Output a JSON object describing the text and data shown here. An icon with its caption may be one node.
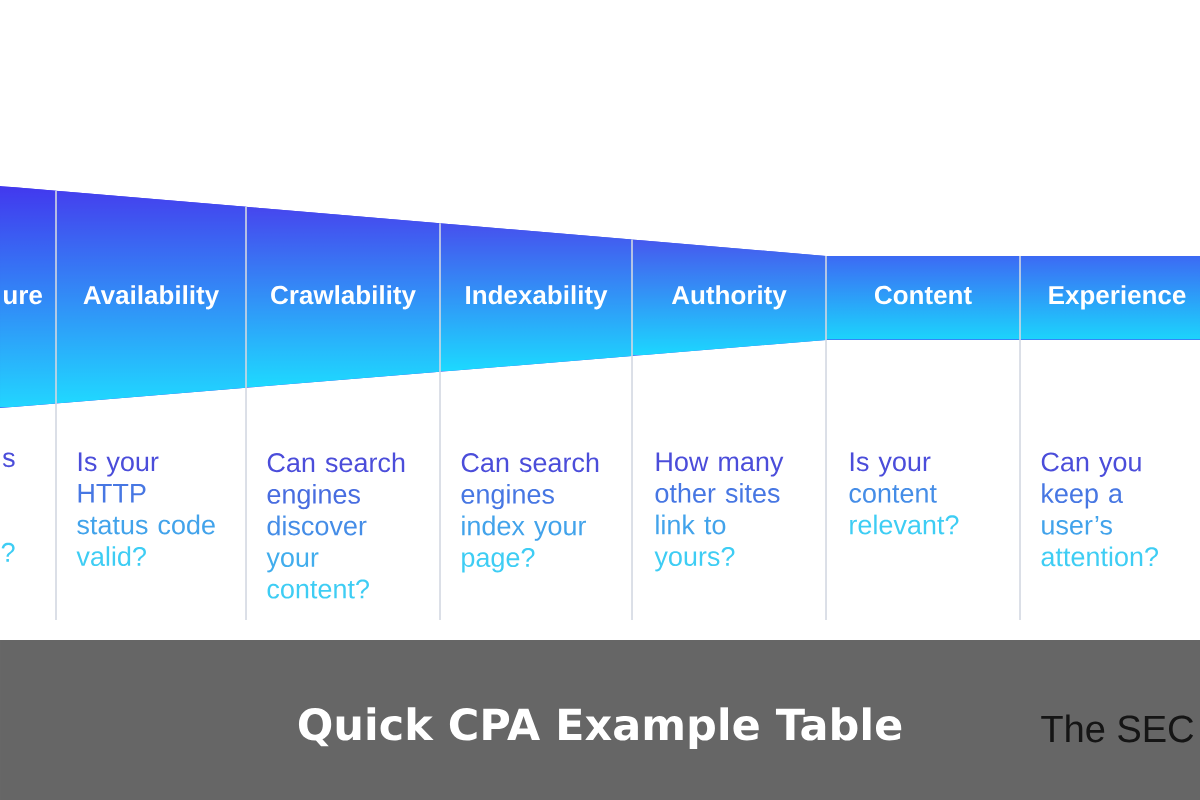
{
  "diagram": {
    "caption": "Quick CPA Example Table",
    "nodes": [
      {
        "text": [
          "ure",
          "s ?"
        ]
      },
      {
        "text": [
          "Availability",
          "Is your HTTP status code valid?"
        ]
      },
      {
        "text": [
          "Crawlability",
          "Can search engines discover your content?"
        ]
      },
      {
        "text": [
          "Indexability",
          "Can search engines index your page?"
        ]
      },
      {
        "text": [
          "Authority",
          "How many other sites link to yours?"
        ]
      },
      {
        "text": [
          "Content",
          "Is your content relevant?"
        ]
      },
      {
        "text": [
          "Experience",
          "Can you keep a user’s attention?"
        ]
      }
    ],
    "labels": [
      "The SEC"
    ]
  }
}
